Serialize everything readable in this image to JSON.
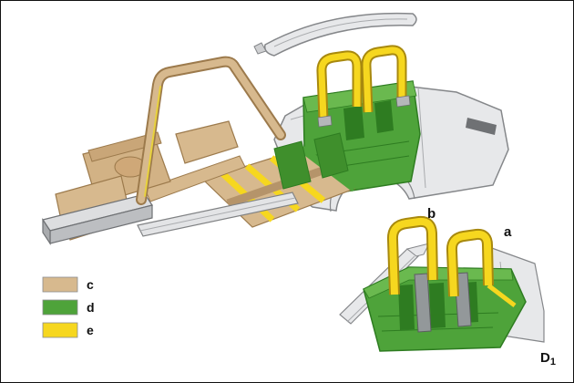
{
  "figure": {
    "id_main": "D",
    "id_sub": "1"
  },
  "legend": {
    "items": [
      {
        "key": "c",
        "color": "#d7b98e"
      },
      {
        "key": "d",
        "color": "#4ea33a"
      },
      {
        "key": "e",
        "color": "#f6d71f"
      }
    ]
  },
  "callouts": {
    "a": "a",
    "b": "b"
  },
  "palette": {
    "body_gray": "#e7e8ea",
    "line_gray": "#85878a",
    "tan": "#d7b98e",
    "tan_dark": "#9c7a4c",
    "green": "#4ea33a",
    "green_dark": "#2e7c21",
    "yellow": "#f6d71f",
    "yellow_dark": "#a8890e"
  }
}
